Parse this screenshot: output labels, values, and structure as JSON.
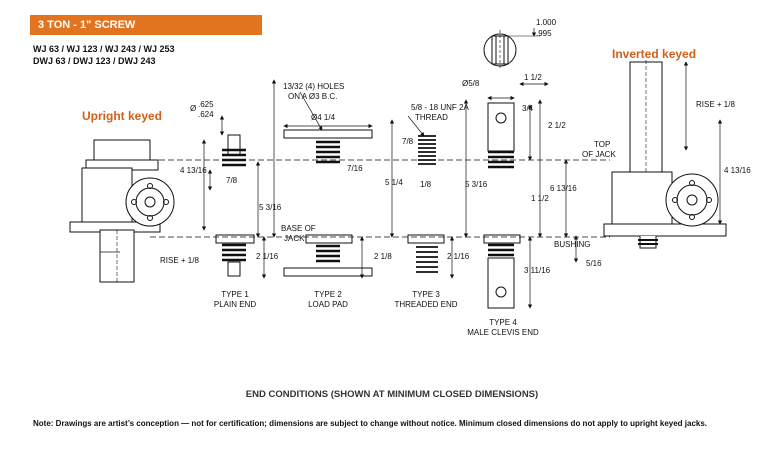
{
  "header": {
    "title": "3 TON - 1\" SCREW"
  },
  "models": {
    "line1": "WJ 63 / WJ 123 / WJ 243 / WJ 253",
    "line2": "DWJ 63 / DWJ 123 / DWJ 243"
  },
  "labels": {
    "upright": "Upright keyed",
    "inverted": "Inverted keyed",
    "holes1": "13/32 (4) HOLES",
    "holes2": "ON A Ø3 B.C.",
    "dia_top": ".625",
    "dia_bot": ".624",
    "dia_sym": "Ø",
    "d4_1_4": "Ø4 1/4",
    "thread1": "5/8 - 18 UNF 2A",
    "thread2": "THREAD",
    "d5_8": "Ø5/8",
    "d1_1_2": "1 1/2",
    "d3_4": "3/4",
    "d2_1_2": "2 1/2",
    "d1000": "1.000",
    "d995": ".995",
    "top_of_jack1": "TOP",
    "top_of_jack2": "OF JACK",
    "base_of_jack1": "BASE OF",
    "base_of_jack2": "JACK",
    "d4_13_16_left": "4 13/16",
    "d4_13_16_right": "4 13/16",
    "d7_8_a": "7/8",
    "d7_8_b": "7/8",
    "d7_16": "7/16",
    "d1_8": "1/8",
    "d5_3_16_a": "5 3/16",
    "d5_1_4": "5 1/4",
    "d5_3_16_b": "5 3/16",
    "d6_13_16": "6 13/16",
    "rise_left": "RISE + 1/8",
    "rise_right": "RISE + 1/8",
    "d2_1_16_a": "2 1/16",
    "d2_1_8": "2 1/8",
    "d2_1_16_b": "2 1/16",
    "d3_11_16": "3 11/16",
    "bushing": "BUSHING",
    "d5_16": "5/16",
    "type1a": "TYPE 1",
    "type1b": "PLAIN END",
    "type2a": "TYPE 2",
    "type2b": "LOAD PAD",
    "type3a": "TYPE 3",
    "type3b": "THREADED END",
    "type4a": "TYPE 4",
    "type4b": "MALE CLEVIS END"
  },
  "caption": "END CONDITIONS (SHOWN AT MINIMUM CLOSED DIMENSIONS)",
  "note": "Note: Drawings are artist’s conception — not for certification; dimensions are subject to change without notice. Minimum closed dimensions do not apply to upright keyed jacks."
}
